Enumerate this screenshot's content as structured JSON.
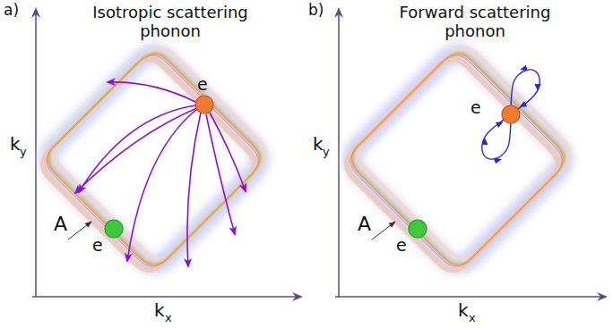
{
  "diagram": {
    "nodes": [
      {
        "text": [
          "e"
        ]
      },
      {
        "text": [
          "e"
        ]
      },
      {
        "text": [
          "e"
        ]
      },
      {
        "text": [
          "e"
        ]
      }
    ],
    "labels": [
      "a)",
      "Isotropic scattering phonon",
      "k",
      "y",
      "k",
      "x",
      "A",
      "b)",
      "Forward scattering phonon",
      "k",
      "y",
      "k",
      "x",
      "A"
    ]
  }
}
